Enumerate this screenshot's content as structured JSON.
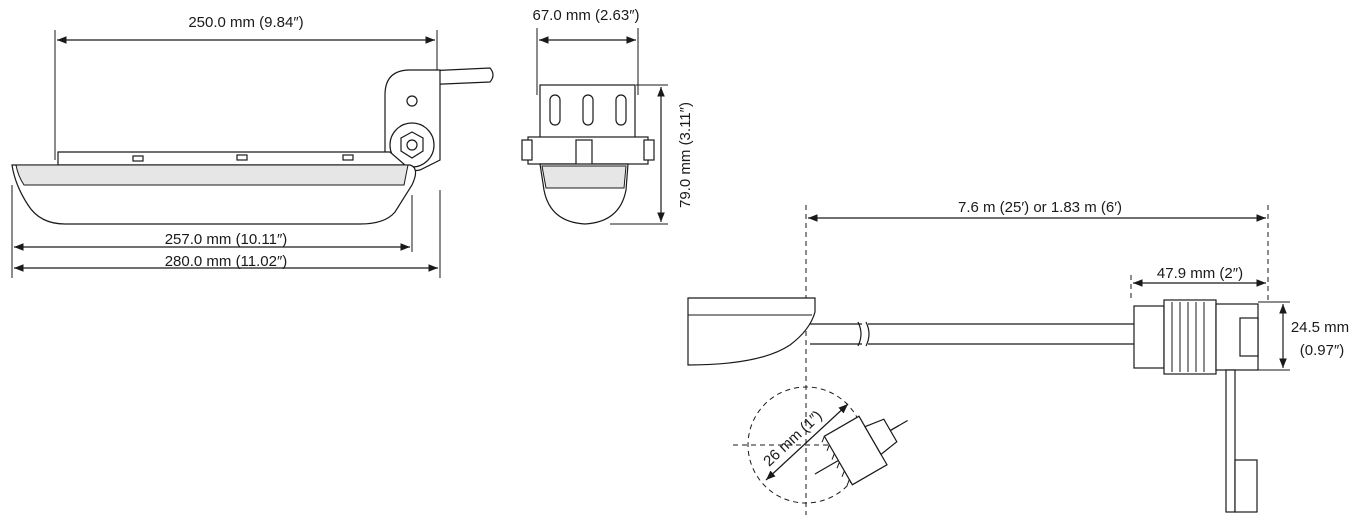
{
  "dimensions": {
    "top_length": "250.0 mm (9.84″)",
    "bottom_length_1": "257.0 mm (10.11″)",
    "bottom_length_2": "280.0 mm (11.02″)",
    "end_width": "67.0 mm (2.63″)",
    "end_height": "79.0 mm (3.11″)",
    "cable_length": "7.6 m (25′) or 1.83 m (6′)",
    "connector_length": "47.9 mm (2″)",
    "connector_diameter_mm": "24.5 mm",
    "connector_diameter_in": "(0.97″)",
    "hole_diameter": "26 mm (1″)"
  },
  "colors": {
    "line": "#1a1a1a",
    "shade": "#e6e6e6",
    "background": "#ffffff"
  }
}
